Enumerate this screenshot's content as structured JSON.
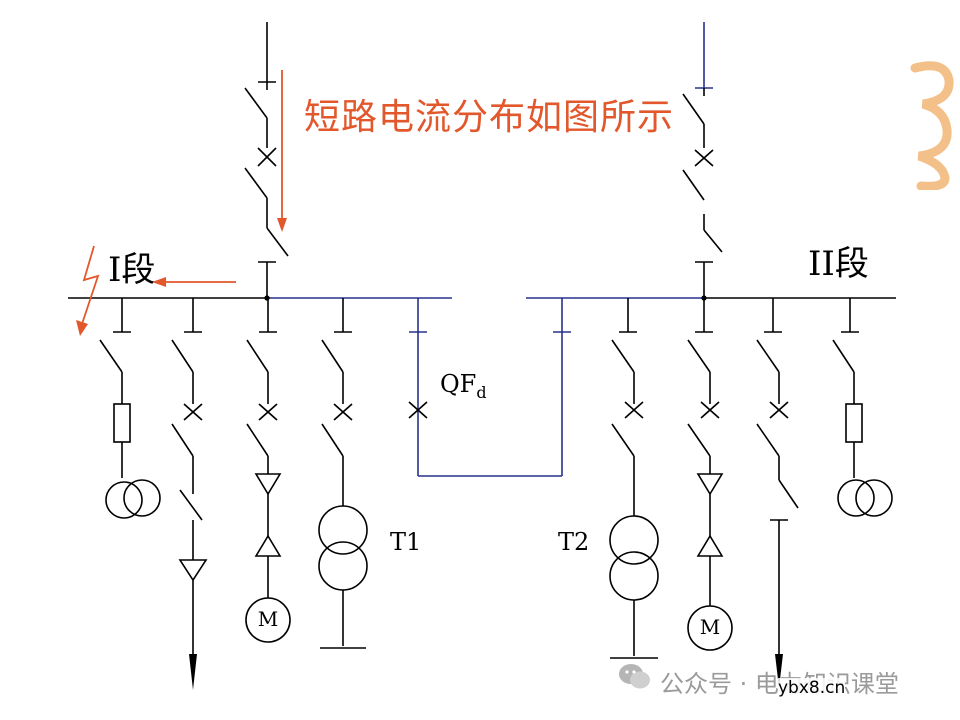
{
  "title": "短路电流分布如图所示",
  "section_1": "I段",
  "section_2": "II段",
  "breaker_label": "QF",
  "breaker_sub": "d",
  "transformer_1": "T1",
  "transformer_2": "T2",
  "motor_1": "M",
  "motor_2": "M",
  "watermark_text": "公众号 · 电力知识课堂",
  "site": "ybx8.cn",
  "colors": {
    "annotation": "#e2572b",
    "bus_tie": "#26328c",
    "lines": "#000000"
  }
}
